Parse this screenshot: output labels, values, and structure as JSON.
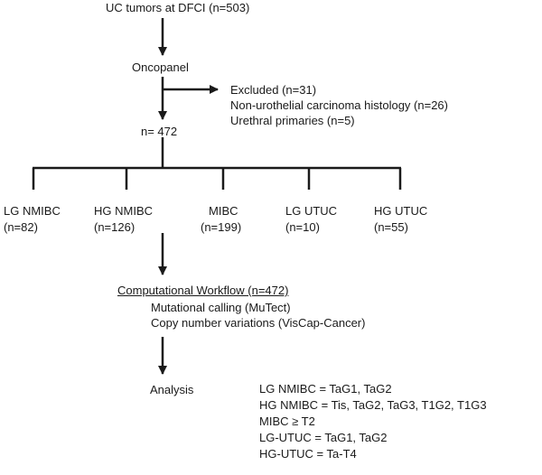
{
  "top": {
    "label": "UC tumors at DFCI  (n=503)"
  },
  "oncopanel": {
    "label": "Oncopanel"
  },
  "excluded": {
    "title": "Excluded (n=31)",
    "lines": [
      "Non-urothelial carcinoma histology (n=26)",
      "Urethral primaries (n=5)"
    ]
  },
  "n_total": {
    "label": "n= 472"
  },
  "groups": [
    {
      "name": "LG NMIBC",
      "count": "(n=82)"
    },
    {
      "name": "HG NMIBC",
      "count": "(n=126)"
    },
    {
      "name": "MIBC",
      "count": "(n=199)"
    },
    {
      "name": "LG UTUC",
      "count": "(n=10)"
    },
    {
      "name": "HG UTUC",
      "count": "(n=55)"
    }
  ],
  "workflow": {
    "title": "Computational Workflow (n=472)",
    "lines": [
      "Mutational calling (MuTect)",
      "Copy number variations (VisCap-Cancer)"
    ]
  },
  "analysis": {
    "label": "Analysis"
  },
  "definitions": [
    "LG NMIBC = TaG1, TaG2",
    "HG NMIBC = Tis, TaG2, TaG3, T1G2, T1G3",
    "MIBC ≥ T2",
    "LG-UTUC = TaG1, TaG2",
    "HG-UTUC = Ta-T4"
  ],
  "colors": {
    "line": "#1a1a1a",
    "text": "#1a1a1a"
  }
}
